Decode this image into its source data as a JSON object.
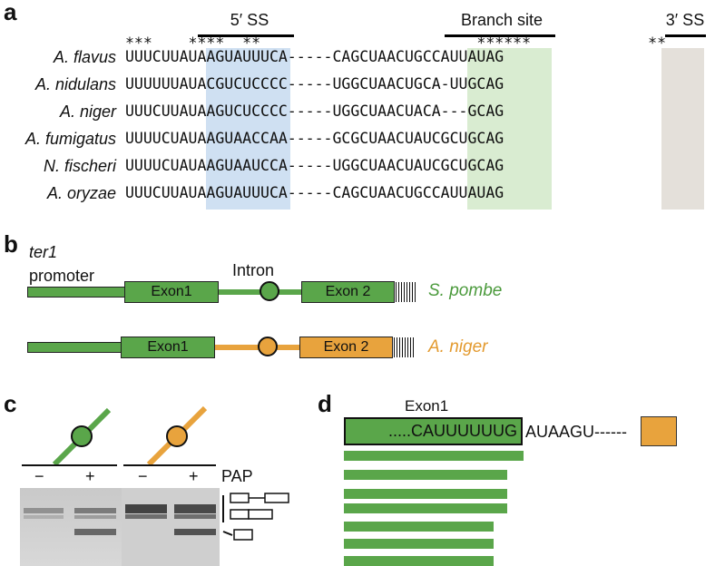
{
  "panel_a": {
    "letter": "a",
    "headers": {
      "ss5": "5′ SS",
      "branch": "Branch site",
      "ss3": "3′ SS"
    },
    "conservation": "***    ****  **                        ******             **",
    "rows": [
      {
        "species": "A. flavus",
        "seq": "UUUCUUAUAAGUAUUUCA-----CAGCUAACUGCCAUUAUAG"
      },
      {
        "species": "A. nidulans",
        "seq": "UUUUUUAUACGUCUCCCC-----UGGCUAACUGCA-UUGCAG"
      },
      {
        "species": "A. niger",
        "seq": "UUUCUUAUAAGUCUCCCC-----UGGCUAACUACA---GCAG"
      },
      {
        "species": "A. fumigatus",
        "seq": "UUUUCUAUAAGUAACCAA-----GCGCUAACUAUCGCUGCAG"
      },
      {
        "species": "N. fischeri",
        "seq": "UUUUCUAUAAGUAAUCCA-----UGGCUAACUAUCGCUGCAG"
      },
      {
        "species": "A. oryzae",
        "seq": "UUUCUUAUAAGUAUUUCA-----CAGCUAACUGCCAUUAUAG"
      }
    ],
    "colors": {
      "ss5": "#cfe0f2",
      "branch": "#d9ecd1",
      "ss3": "#e4e0da"
    }
  },
  "panel_b": {
    "letter": "b",
    "gene": "ter1",
    "promoter": "promoter",
    "intron": "Intron",
    "constructs": [
      {
        "exon1": "Exon1",
        "exon2": "Exon 2",
        "label": "S. pombe",
        "color": "#5aa64a",
        "exon2_color": "#5aa64a",
        "intron_color": "#5aa64a"
      },
      {
        "exon1": "Exon1",
        "exon2": "Exon 2",
        "label": "A. niger",
        "color": "#5aa64a",
        "exon2_color": "#e8a33d",
        "intron_color": "#e8a33d"
      }
    ]
  },
  "panel_c": {
    "letter": "c",
    "lanes": [
      "−",
      "+",
      "−",
      "+"
    ],
    "pap": "PAP"
  },
  "panel_d": {
    "letter": "d",
    "exon_label": "Exon1",
    "exon_seq": ".....CAUUUUUUG",
    "intron_seq": "AUAAGU------",
    "exon_color": "#5aa64a",
    "exon2_color": "#e8a33d"
  }
}
